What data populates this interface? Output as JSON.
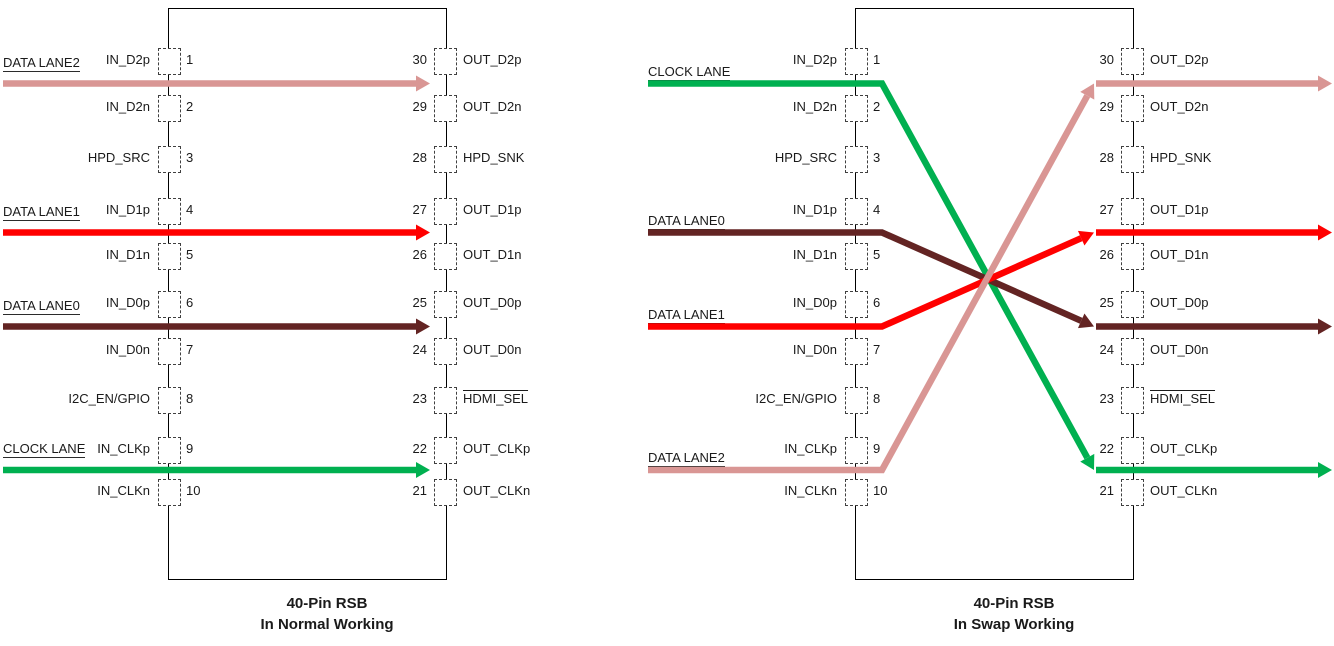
{
  "figure": {
    "background": "#ffffff",
    "text_color": "#1a1a1a"
  },
  "diagrams": [
    {
      "name": "normal",
      "title": [
        "40-Pin RSB",
        "In Normal Working"
      ],
      "left_pins": [
        {
          "num": "1",
          "label": "IN_D2p"
        },
        {
          "num": "2",
          "label": "IN_D2n"
        },
        {
          "num": "3",
          "label": "HPD_SRC"
        },
        {
          "num": "4",
          "label": "IN_D1p"
        },
        {
          "num": "5",
          "label": "IN_D1n"
        },
        {
          "num": "6",
          "label": "IN_D0p"
        },
        {
          "num": "7",
          "label": "IN_D0n"
        },
        {
          "num": "8",
          "label": "I2C_EN/GPIO"
        },
        {
          "num": "9",
          "label": "IN_CLKp"
        },
        {
          "num": "10",
          "label": "IN_CLKn"
        }
      ],
      "right_pins": [
        {
          "num": "30",
          "label": "OUT_D2p"
        },
        {
          "num": "29",
          "label": "OUT_D2n"
        },
        {
          "num": "28",
          "label": "HPD_SNK"
        },
        {
          "num": "27",
          "label": "OUT_D1p"
        },
        {
          "num": "26",
          "label": "OUT_D1n"
        },
        {
          "num": "25",
          "label": "OUT_D0p"
        },
        {
          "num": "24",
          "label": "OUT_D0n"
        },
        {
          "num": "23",
          "label": "HDMI_SEL",
          "overline": true
        },
        {
          "num": "22",
          "label": "OUT_CLKp"
        },
        {
          "num": "21",
          "label": "OUT_CLKn"
        }
      ],
      "lanes": [
        {
          "label": "DATA LANE2",
          "color": "#d99694",
          "in_pair": 0,
          "out_pair": 0
        },
        {
          "label": "DATA LANE1",
          "color": "#ff0000",
          "in_pair": 3,
          "out_pair": 3
        },
        {
          "label": "DATA LANE0",
          "color": "#632423",
          "in_pair": 5,
          "out_pair": 5
        },
        {
          "label": "CLOCK LANE",
          "color": "#00b050",
          "in_pair": 8,
          "out_pair": 8
        }
      ]
    },
    {
      "name": "swap",
      "title": [
        "40-Pin RSB",
        "In Swap Working"
      ],
      "left_pins": [
        {
          "num": "1",
          "label": "IN_D2p"
        },
        {
          "num": "2",
          "label": "IN_D2n"
        },
        {
          "num": "3",
          "label": "HPD_SRC"
        },
        {
          "num": "4",
          "label": "IN_D1p"
        },
        {
          "num": "5",
          "label": "IN_D1n"
        },
        {
          "num": "6",
          "label": "IN_D0p"
        },
        {
          "num": "7",
          "label": "IN_D0n"
        },
        {
          "num": "8",
          "label": "I2C_EN/GPIO"
        },
        {
          "num": "9",
          "label": "IN_CLKp"
        },
        {
          "num": "10",
          "label": "IN_CLKn"
        }
      ],
      "right_pins": [
        {
          "num": "30",
          "label": "OUT_D2p"
        },
        {
          "num": "29",
          "label": "OUT_D2n"
        },
        {
          "num": "28",
          "label": "HPD_SNK"
        },
        {
          "num": "27",
          "label": "OUT_D1p"
        },
        {
          "num": "26",
          "label": "OUT_D1n"
        },
        {
          "num": "25",
          "label": "OUT_D0p"
        },
        {
          "num": "24",
          "label": "OUT_D0n"
        },
        {
          "num": "23",
          "label": "HDMI_SEL",
          "overline": true
        },
        {
          "num": "22",
          "label": "OUT_CLKp"
        },
        {
          "num": "21",
          "label": "OUT_CLKn"
        }
      ],
      "lanes": [
        {
          "label": "CLOCK LANE",
          "color": "#00b050",
          "in_pair": 0,
          "out_pair": 8
        },
        {
          "label": "DATA LANE0",
          "color": "#632423",
          "in_pair": 3,
          "out_pair": 5
        },
        {
          "label": "DATA LANE1",
          "color": "#ff0000",
          "in_pair": 5,
          "out_pair": 3
        },
        {
          "label": "DATA LANE2",
          "color": "#d99694",
          "in_pair": 8,
          "out_pair": 0
        }
      ]
    }
  ]
}
